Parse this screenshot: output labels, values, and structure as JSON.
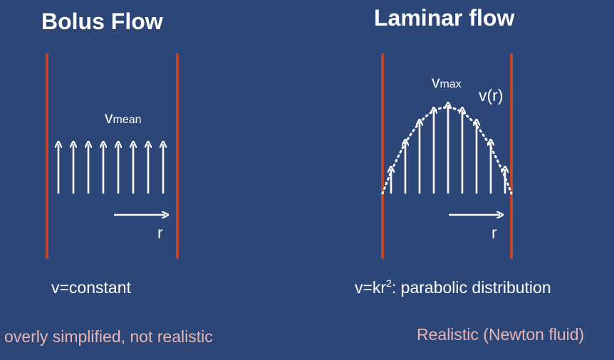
{
  "colors": {
    "background": "#2c4677",
    "wall": "#c0462a",
    "arrow": "#ffffff",
    "note": "#e8b5b5"
  },
  "bolus": {
    "title": "Bolus Flow",
    "velocity_label": "v",
    "velocity_subscript": "mean",
    "radius_label": "r",
    "formula": "v=constant",
    "note": "overly simplified, not realistic"
  },
  "laminar": {
    "title": "Laminar flow",
    "velocity_label": "v",
    "velocity_subscript": "max",
    "profile_label": "v(r)",
    "radius_label": "r",
    "formula_prefix": "v=kr",
    "formula_exponent": "2",
    "formula_suffix": ": parabolic distribution",
    "note": "Realistic (Newton fluid)"
  }
}
